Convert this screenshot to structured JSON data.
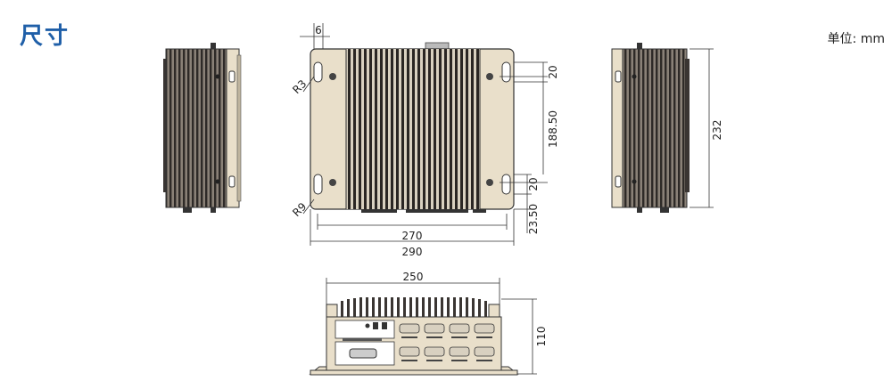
{
  "page": {
    "title": "尺寸",
    "unit_label": "单位: mm"
  },
  "dimensions": {
    "top_offset": "6",
    "r_small": "R3",
    "r_large": "R9",
    "slot_upper": "20",
    "slot_lower": "20",
    "hole_spacing": "188.50",
    "bottom_offset": "23.50",
    "inner_width": "270",
    "outer_width": "290",
    "side_height": "232",
    "front_width": "250",
    "front_height": "110"
  }
}
